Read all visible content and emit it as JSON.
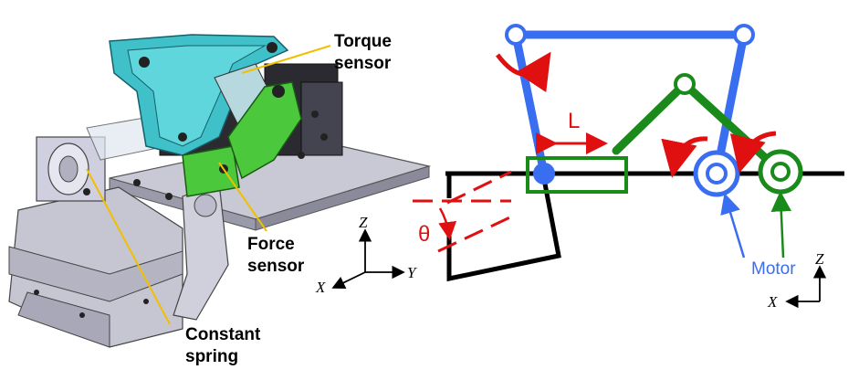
{
  "left_panel": {
    "callouts": {
      "torque_line1": "Torque",
      "torque_line2": "sensor",
      "force_line1": "Force",
      "force_line2": "sensor",
      "spring_line1": "Constant",
      "spring_line2": "spring"
    },
    "axes": {
      "z": "Z",
      "x": "X",
      "y": "Y"
    }
  },
  "right_panel": {
    "length_label": "L",
    "angle_label": "θ",
    "motor_label": "Motor",
    "axes": {
      "z": "Z",
      "x": "X"
    }
  },
  "colors": {
    "callout_line": "#f0c000",
    "blue_linkage": "#3a6ef0",
    "green_linkage": "#1a8a1a",
    "red_marks": "#e01010",
    "teal_part": "#40c0c8",
    "green_part": "#4cc83c",
    "gray_part": "#c8c8d4"
  }
}
